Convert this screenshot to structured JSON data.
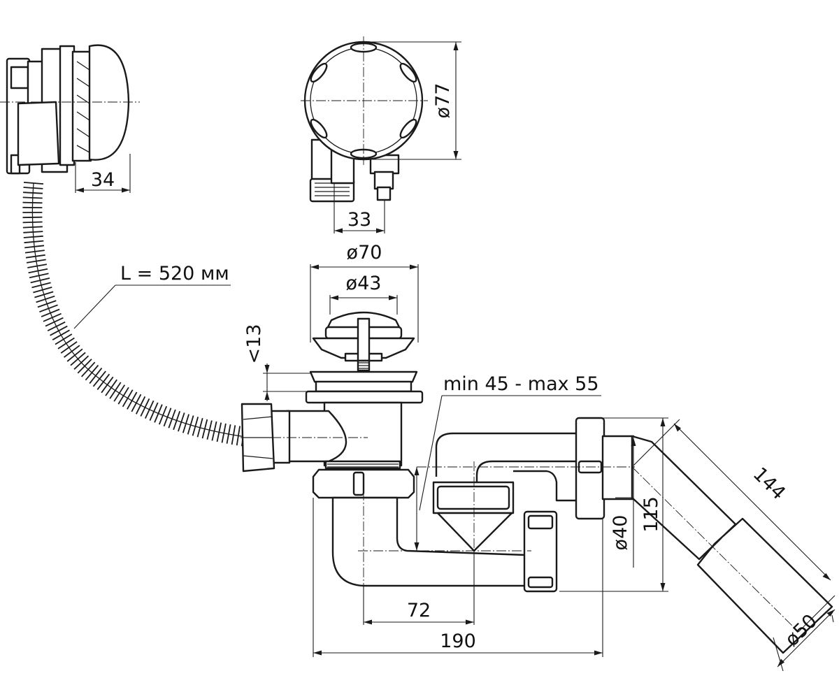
{
  "dimensions": {
    "overflow_depth": "34",
    "overflow_diameter": "ø77",
    "outlet_offset": "33",
    "hose_length": "L = 520 мм",
    "flange_diameter": "ø70",
    "plug_diameter": "ø43",
    "plug_height": "<13",
    "trap_seal": "min 45 - max 55",
    "pipe_diameter": "ø40",
    "trap_height": "115",
    "outlet_length": "144",
    "outlet_diameter": "ø50",
    "trap_offset": "72",
    "total_width": "190"
  }
}
